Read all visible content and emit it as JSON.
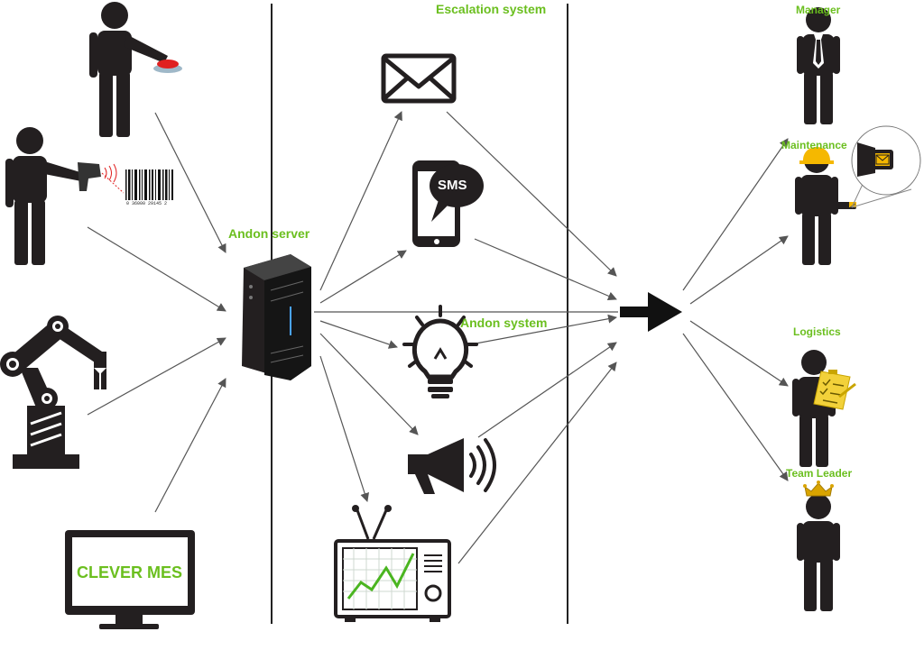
{
  "labels": {
    "escalation_system": "Escalation system",
    "andon_server": "Andon server",
    "andon_system": "Andon system",
    "manager": "Manager",
    "maintenance": "Maintenance",
    "logistics": "Logistics",
    "team_leader": "Team Leader",
    "clever_mes": "CLEVER MES",
    "sms": "SMS",
    "barcode_digits": "0 36000 29145 2"
  },
  "colors": {
    "accent_green": "#6bbf1f",
    "figure": "#231f20",
    "arrow": "#555555",
    "helmet": "#f5b800",
    "clipboard": "#f2d13a",
    "crown": "#d9a400",
    "button_red": "#e02020"
  },
  "icons": [
    "operator-pressing-button",
    "operator-scanning-barcode",
    "robot-arm",
    "mes-monitor",
    "server",
    "envelope",
    "sms-phone",
    "light-bulb",
    "megaphone",
    "tv-chart",
    "manager",
    "maintenance-worker",
    "logistics-worker",
    "team-leader"
  ]
}
